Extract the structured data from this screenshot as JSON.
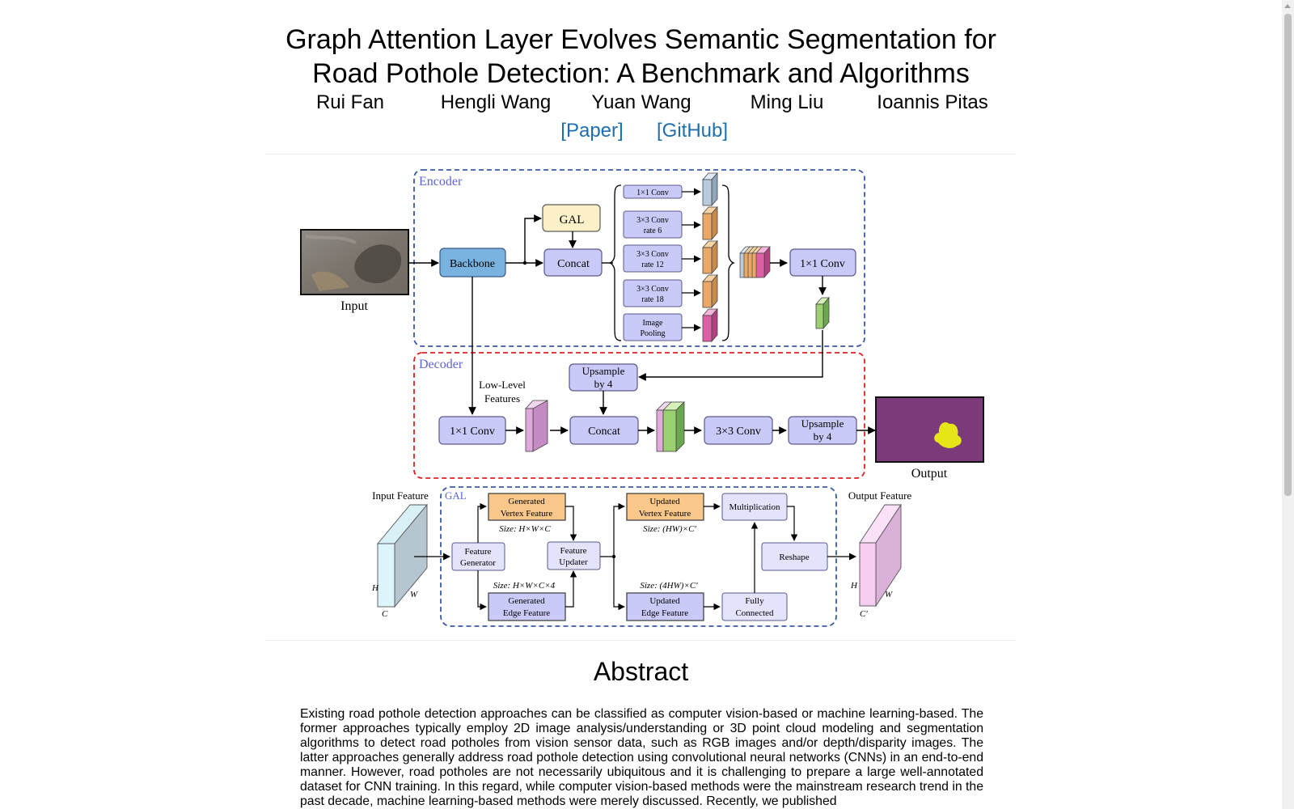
{
  "title_line1": "Graph Attention Layer Evolves Semantic Segmentation for",
  "title_line2": "Road Pothole Detection: A Benchmark and Algorithms",
  "authors": [
    "Rui Fan",
    "Hengli Wang",
    "Yuan Wang",
    "Ming Liu",
    "Ioannis Pitas"
  ],
  "links": {
    "paper": "[Paper]",
    "github": "[GitHub]"
  },
  "colors": {
    "link": "#1f6fae",
    "encoder_box": "#3a5aa8",
    "decoder_box": "#e02020",
    "module_fill": "#c9caf8",
    "gal_fill": "#fbf0c8",
    "feature_fill": "#f9c88a",
    "output_bg": "#7b3a7a",
    "pothole_mask": "#e5e517"
  },
  "diagram": {
    "encoder": {
      "label": "Encoder",
      "input": "Input",
      "backbone": "Backbone",
      "gal": "GAL",
      "concat": "Concat",
      "aspp": [
        [
          "1×1 Conv"
        ],
        [
          "3×3 Conv",
          "rate 6"
        ],
        [
          "3×3 Conv",
          "rate 12"
        ],
        [
          "3×3 Conv",
          "rate 18"
        ],
        [
          "Image",
          "Pooling"
        ]
      ],
      "conv_out": "1×1 Conv"
    },
    "decoder": {
      "label": "Decoder",
      "low_level_1": "Low-Level",
      "low_level_2": "Features",
      "upsample_top_1": "Upsample",
      "upsample_top_2": "by 4",
      "conv1x1": "1×1 Conv",
      "concat": "Concat",
      "conv3x3": "3×3 Conv",
      "upsample_bottom_1": "Upsample",
      "upsample_bottom_2": "by 4",
      "output": "Output"
    },
    "gal": {
      "label": "GAL",
      "input_feature": "Input Feature",
      "output_feature": "Output Feature",
      "feature_generator": [
        "Feature",
        "Generator"
      ],
      "gen_vertex": [
        "Generated",
        "Vertex Feature"
      ],
      "gen_vertex_size": "Size: H×W×C",
      "gen_edge": [
        "Generated",
        "Edge Feature"
      ],
      "gen_edge_size": "Size: H×W×C×4",
      "feature_updater": [
        "Feature",
        "Updater"
      ],
      "upd_vertex": [
        "Updated",
        "Vertex Feature"
      ],
      "upd_vertex_size": "Size: (HW)×C′",
      "upd_edge": [
        "Updated",
        "Edge Feature"
      ],
      "upd_edge_size": "Size: (4HW)×C′",
      "multiplication": "Multiplication",
      "reshape": "Reshape",
      "fully_connected": [
        "Fully",
        "Connected"
      ],
      "dims_in": {
        "h": "H",
        "w": "W",
        "c": "C"
      },
      "dims_out": {
        "h": "H",
        "w": "W",
        "c": "C′"
      }
    }
  },
  "abstract": {
    "heading": "Abstract",
    "text": "Existing road pothole detection approaches can be classified as computer vision-based or machine learning-based. The former approaches typically employ 2D image analysis/understanding or 3D point cloud modeling and segmentation algorithms to detect road potholes from vision sensor data, such as RGB images and/or depth/disparity images. The latter approaches generally address road pothole detection using convolutional neural networks (CNNs) in an end-to-end manner. However, road potholes are not necessarily ubiquitous and it is challenging to prepare a large well-annotated dataset for CNN training. In this regard, while computer vision-based methods were the mainstream research trend in the past decade, machine learning-based methods were merely discussed. Recently, we published"
  }
}
